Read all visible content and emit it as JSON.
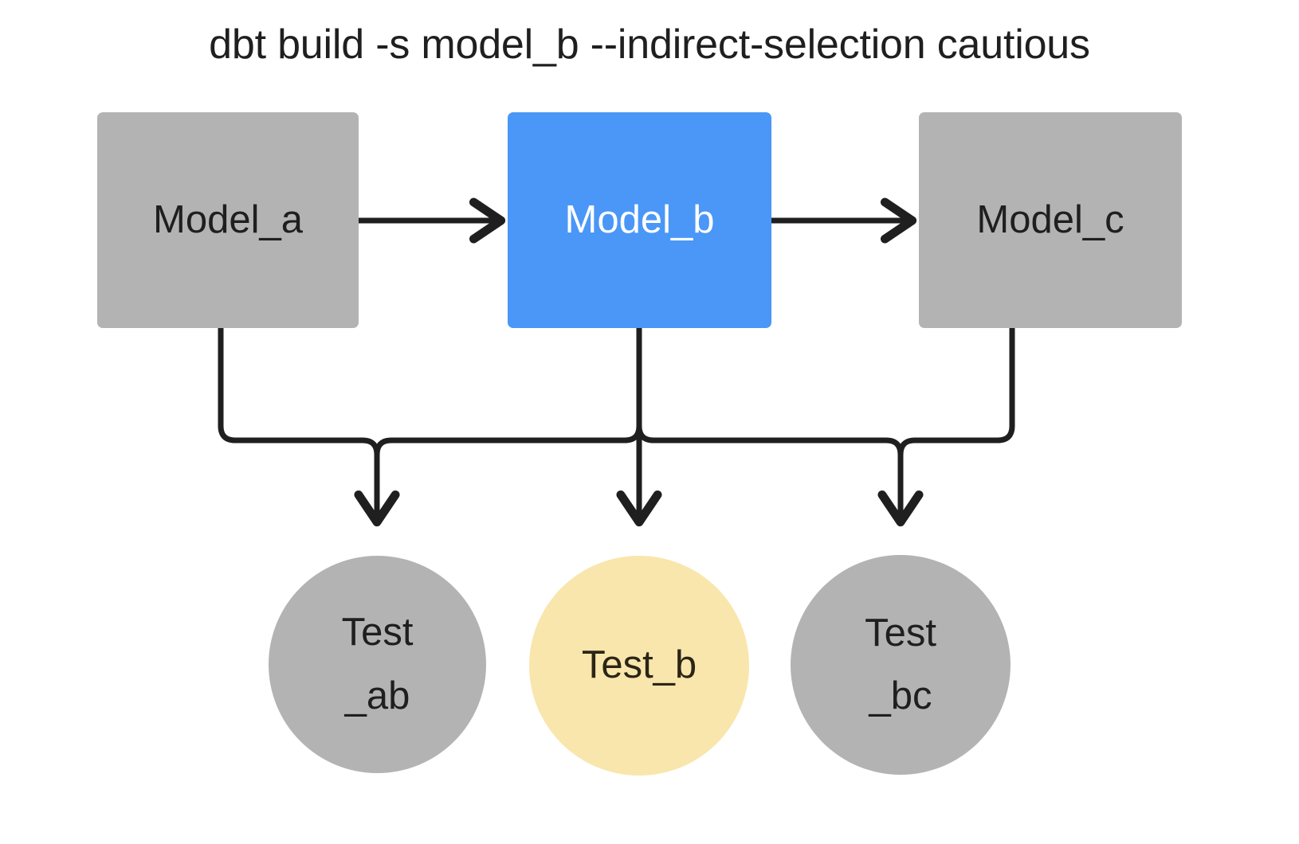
{
  "title": "dbt build -s model_b --indirect-selection cautious",
  "colors": {
    "background": "#ffffff",
    "node_gray": "#b3b3b3",
    "node_selected_blue": "#4a97f7",
    "node_test_yellow": "#f9e6ac",
    "edge_black": "#1f1f1f",
    "text_dark": "#1f1f1f",
    "text_light": "#ffffff"
  },
  "models": [
    {
      "id": "model-a",
      "label": "Model_a",
      "shape": "rect",
      "fill": "#b3b3b3",
      "text_color": "#1f1f1f",
      "selected": false
    },
    {
      "id": "model-b",
      "label": "Model_b",
      "shape": "rect",
      "fill": "#4a97f7",
      "text_color": "#ffffff",
      "selected": true
    },
    {
      "id": "model-c",
      "label": "Model_c",
      "shape": "rect",
      "fill": "#b3b3b3",
      "text_color": "#1f1f1f",
      "selected": false
    }
  ],
  "tests": [
    {
      "id": "test-ab",
      "label": "Test_ab",
      "line1": "Test",
      "line2": "_ab",
      "shape": "circle",
      "fill": "#b3b3b3",
      "text_color": "#1f1f1f",
      "selected": false
    },
    {
      "id": "test-b",
      "label": "Test_b",
      "line1": "Test_b",
      "line2": "",
      "shape": "circle",
      "fill": "#f9e6ac",
      "text_color": "#2b2516",
      "selected": true
    },
    {
      "id": "test-bc",
      "label": "Test_bc",
      "line1": "Test",
      "line2": "_bc",
      "shape": "circle",
      "fill": "#b3b3b3",
      "text_color": "#1f1f1f",
      "selected": false
    }
  ],
  "edges": [
    {
      "id": "edge-model-a-to-model-b",
      "from": "Model_a",
      "to": "Model_b",
      "style": "straight-arrow"
    },
    {
      "id": "edge-model-b-to-model-c",
      "from": "Model_b",
      "to": "Model_c",
      "style": "straight-arrow"
    },
    {
      "id": "edge-model-a-to-test-ab",
      "from": "Model_a",
      "to": "Test_ab",
      "style": "elbow-arrow"
    },
    {
      "id": "edge-model-b-to-test-ab",
      "from": "Model_b",
      "to": "Test_ab",
      "style": "elbow-arrow"
    },
    {
      "id": "edge-model-b-to-test-b",
      "from": "Model_b",
      "to": "Test_b",
      "style": "straight-arrow"
    },
    {
      "id": "edge-model-b-to-test-bc",
      "from": "Model_b",
      "to": "Test_bc",
      "style": "elbow-arrow"
    },
    {
      "id": "edge-model-c-to-test-bc",
      "from": "Model_c",
      "to": "Test_bc",
      "style": "elbow-arrow"
    }
  ]
}
